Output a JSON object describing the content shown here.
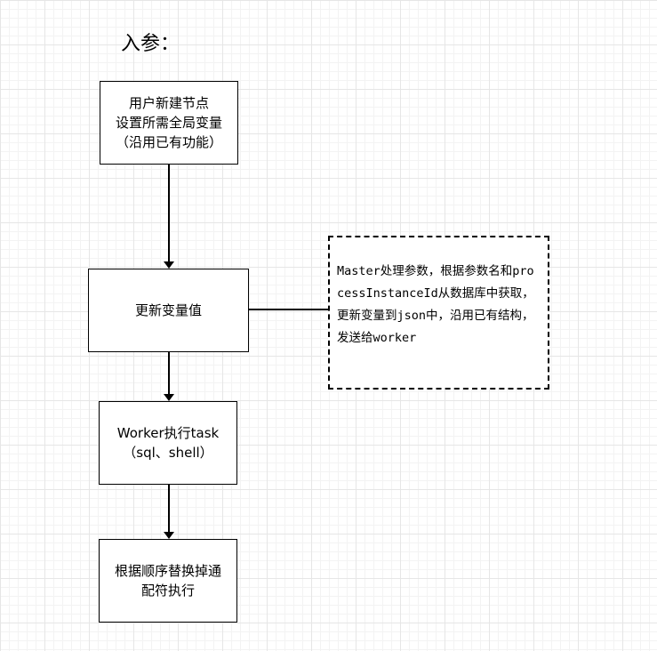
{
  "heading": "入参：",
  "steps": [
    {
      "label": "用户新建节点\n设置所需全局变量\n（沿用已有功能）"
    },
    {
      "label": "更新变量值"
    },
    {
      "label": "Worker执行task\n（sql、shell）"
    },
    {
      "label": "根据顺序替换掉通\n配符执行"
    }
  ],
  "note": "Master处理参数，根据参数名和processInstanceId从数据库中获取，更新变量到json中，沿用已有结构，发送给worker"
}
